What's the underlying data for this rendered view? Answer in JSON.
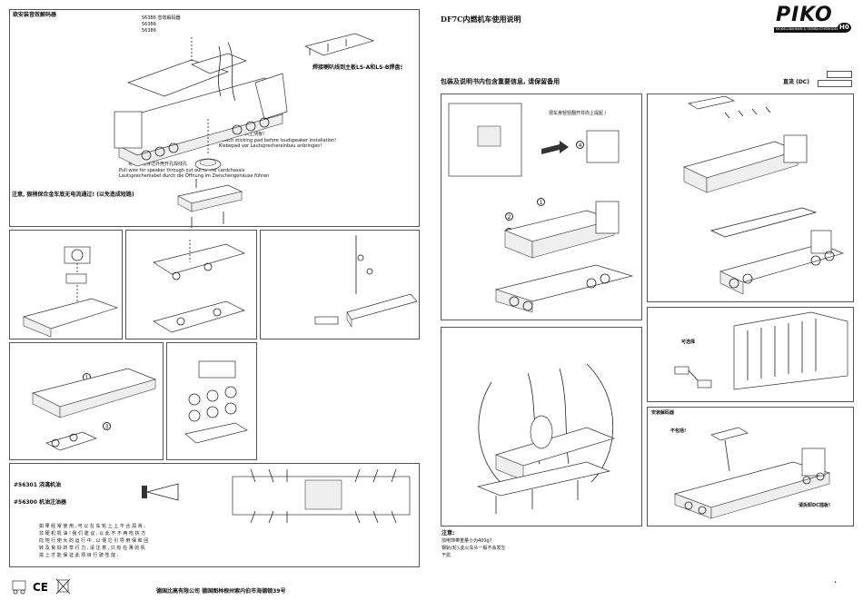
{
  "left": {
    "decoder_box_title": "欲安装音效解码器",
    "part_lines": [
      "56386  音效解码器",
      "56386",
      "56386"
    ],
    "speaker_wire_note": "焊接喇叭线到主板LS-A和LS-B焊盘!",
    "install_speaker_note": "安装喇叭, 卡到上测板!",
    "speaker_cable_cn": "将喇叭线穿过外壳开孔焊线孔",
    "speaker_cable_en1": "Pull wire for speaker through cut out of the cardchassis",
    "speaker_cable_en2": "Lautsprecherkabel durch die Öffnung im Zwischengehäuse führen",
    "speaker_sound_en1": "Attach sticking pad before loudspeaker installation!",
    "speaker_sound_en2": "Klebepad vor Lautsprechereinbau anbringen!",
    "warning": "注意, 狠稍保合金车底无电流通过! (以免造成短路)",
    "part_smoke": "#56301  浇漓机油",
    "part_oil": "#56300  机油注油器",
    "lube_note": [
      "如 果 经 常 使 用 , 可 以 在 车 轮 上 上 不 合 润 滑 ,",
      "非 硬 机 机 油 ! 我 们 建 议 , 以 此 不 不 两 吃 执 方",
      "向 地 行 使 大 的 运 行 中 , 以 便 它 引 导 用 保 和 回",
      "转 及 良 好 的 草 行 力 , 请 注 意 , 只 有 在 薄 的 机",
      "滋 上 才 能 保 证 此 项 目 行 驶 性 能 ,"
    ],
    "footer_company": "德国比高有限公司   德国图林根州索内伯市海德顿39号"
  },
  "right": {
    "title": "DF7C内燃机车使用说明",
    "subtitle": "包装及说明书内包含重要信息, 请保留备用",
    "dc_label": "直流 (DC)",
    "logo_text": "PIKO",
    "logo_sub": "MODELLBAHNEN & GEBRAUCHSMODELLE",
    "logo_badge": "H0",
    "step_lift_shell": "把车身轻轻翻开并向上提起 /",
    "optional_label": "可选择",
    "decoder_panel_title": "安装解码器",
    "not_included": "不包括!",
    "dcc_note": "请拆卸DC插板!",
    "notes_title": "注意:",
    "notes": [
      "加电饰带重量小为400g?",
      "钢轨(轮),此火车头一般不会发生",
      "干扰."
    ]
  },
  "callouts": [
    "1",
    "2",
    "3",
    "4"
  ],
  "colors": {
    "line": "#222222",
    "frame": "#555555",
    "logo_red": "#cc0000"
  }
}
